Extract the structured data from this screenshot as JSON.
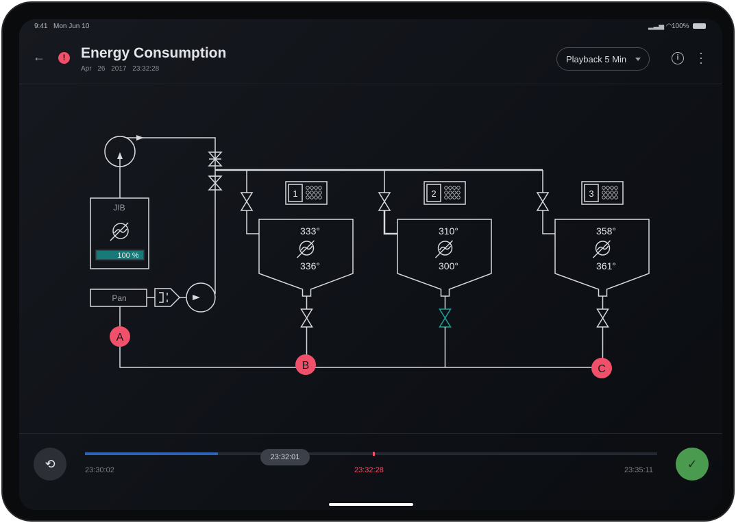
{
  "status_bar": {
    "time": "9:41",
    "date": "Mon Jun 10",
    "battery": "100%"
  },
  "header": {
    "title": "Energy Consumption",
    "date": "Apr 26 2017",
    "time": "23:32:28",
    "playback_label": "Playback 5 Min"
  },
  "diagram": {
    "jib": {
      "label": "JIB",
      "level": "100 %",
      "level_fraction": 1.0
    },
    "pan": {
      "label": "Pan"
    },
    "tanks": [
      {
        "id": "1",
        "top": "333",
        "bottom": "336"
      },
      {
        "id": "2",
        "top": "310",
        "bottom": "300"
      },
      {
        "id": "3",
        "top": "358",
        "bottom": "361"
      }
    ],
    "markers": [
      "A",
      "B",
      "C"
    ],
    "colors": {
      "line": "#d8d9dc",
      "active_valve": "#1fa39a",
      "marker": "#f0506a",
      "level": "#177a78"
    }
  },
  "timeline": {
    "start": "23:30:02",
    "current": "23:32:28",
    "end": "23:35:11",
    "tooltip": "23:32:01",
    "progress_fraction": 0.232,
    "current_fraction": 0.503
  },
  "colors": {
    "accent": "#2e63b8",
    "alert": "#f0506a",
    "confirm": "#4a9a4f"
  }
}
